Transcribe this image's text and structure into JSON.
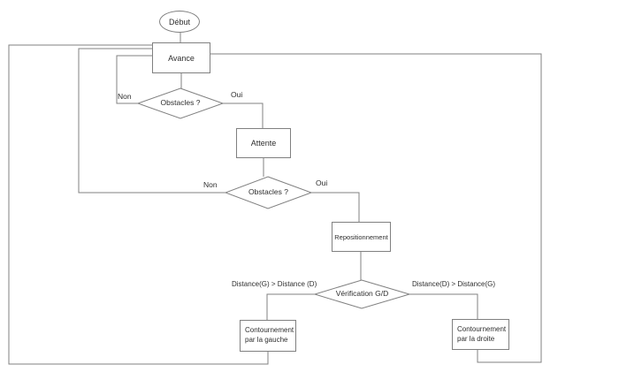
{
  "diagram": {
    "nodes": {
      "start": {
        "label": "Début",
        "type": "terminator"
      },
      "avance": {
        "label": "Avance",
        "type": "process"
      },
      "obstacles1": {
        "label": "Obstacles ?",
        "type": "decision"
      },
      "attente": {
        "label": "Attente",
        "type": "process"
      },
      "obstacles2": {
        "label": "Obstacles ?",
        "type": "decision"
      },
      "repositionnement": {
        "label": "Repositionnement",
        "type": "process"
      },
      "verification": {
        "label": "Vérification G/D",
        "type": "decision"
      },
      "contournement_gauche": {
        "line1": "Contournement",
        "line2": "par la gauche",
        "type": "process"
      },
      "contournement_droite": {
        "line1": "Contournement",
        "line2": "par la droite",
        "type": "process"
      }
    },
    "edge_labels": {
      "non1": "Non",
      "oui1": "Oui",
      "non2": "Non",
      "oui2": "Oui",
      "distance_left": "Distance(G) > Distance (D)",
      "distance_right": "Distance(D) > Distance(G)"
    },
    "colors": {
      "line": "#808080",
      "text": "#2e2e2e",
      "background": "#ffffff"
    }
  }
}
